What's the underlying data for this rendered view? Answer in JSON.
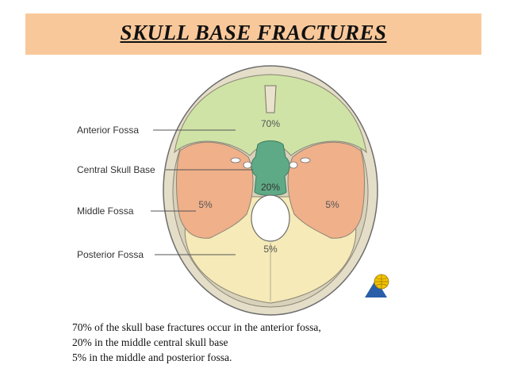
{
  "slide": {
    "title": "SKULL BASE   FRACTURES"
  },
  "diagram": {
    "labels": {
      "anterior": "Anterior Fossa",
      "central": "Central Skull Base",
      "middle": "Middle Fossa",
      "posterior": "Posterior Fossa"
    },
    "percentages": {
      "anterior": "70%",
      "central": "20%",
      "middle_left": "5%",
      "middle_right": "5%",
      "posterior": "5%"
    },
    "colors": {
      "anterior": "#cfe3a6",
      "central": "#5faa86",
      "middle": "#efb08a",
      "posterior": "#f5eab8",
      "bone": "#e4ddc8",
      "outline": "#6d6d6d"
    }
  },
  "caption": {
    "line1": "70% of the skull base fractures occur in the anterior fossa,",
    "line2": " 20% in the middle central skull base",
    "line3": "5% in the middle and posterior fossa."
  }
}
